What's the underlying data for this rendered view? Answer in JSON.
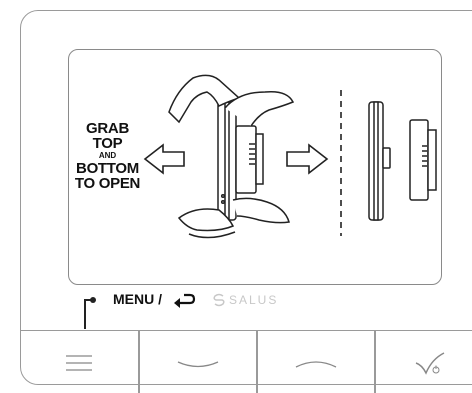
{
  "instruction": {
    "grab": "GRAB",
    "top": "TOP",
    "and": "AND",
    "bottom": "BOTTOM",
    "to_open": "TO OPEN"
  },
  "menu": {
    "label": "MENU /"
  },
  "brand": {
    "name": "SALUS"
  },
  "buttons": [
    {
      "icon": "menu-icon"
    },
    {
      "icon": "chevron-down-icon"
    },
    {
      "icon": "chevron-up-icon"
    },
    {
      "icon": "check-power-icon"
    }
  ],
  "colors": {
    "outline": "#9a9a9a",
    "text": "#111111",
    "brand": "#c8c8c8"
  }
}
